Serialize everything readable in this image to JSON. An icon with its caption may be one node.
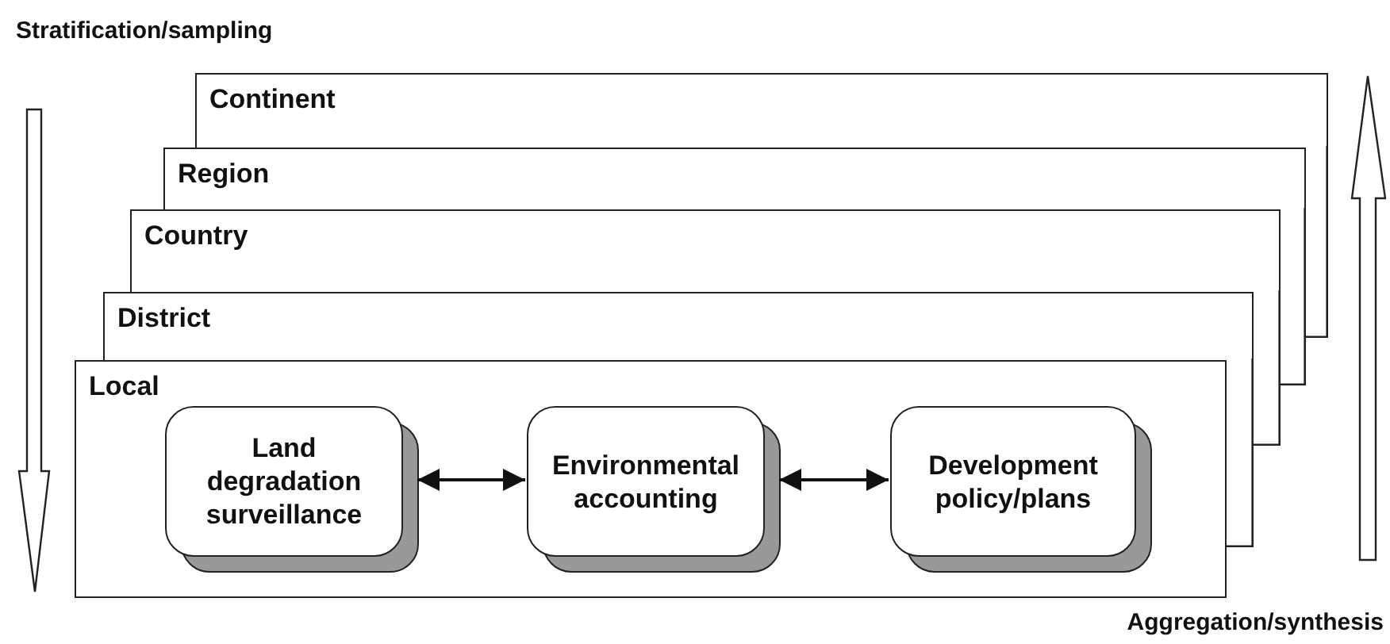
{
  "diagram": {
    "nodes": [
      {
        "text": [
          "Continent"
        ]
      },
      {
        "text": [
          "Region"
        ]
      },
      {
        "text": [
          "Country"
        ]
      },
      {
        "text": [
          "District"
        ]
      },
      {
        "text": [
          "Local"
        ]
      },
      {
        "text": [
          "Land degradation surveillance"
        ],
        "in": 4
      },
      {
        "text": [
          "Environmental accounting"
        ],
        "in": 4
      },
      {
        "text": [
          "Development policy/plans"
        ],
        "in": 4
      }
    ],
    "edges": [
      {
        "from": 5,
        "to": 6,
        "arrow": "both"
      },
      {
        "from": 6,
        "to": 7,
        "arrow": "both"
      }
    ],
    "labels": [
      "Stratification/sampling",
      "Aggregation/synthesis"
    ]
  }
}
